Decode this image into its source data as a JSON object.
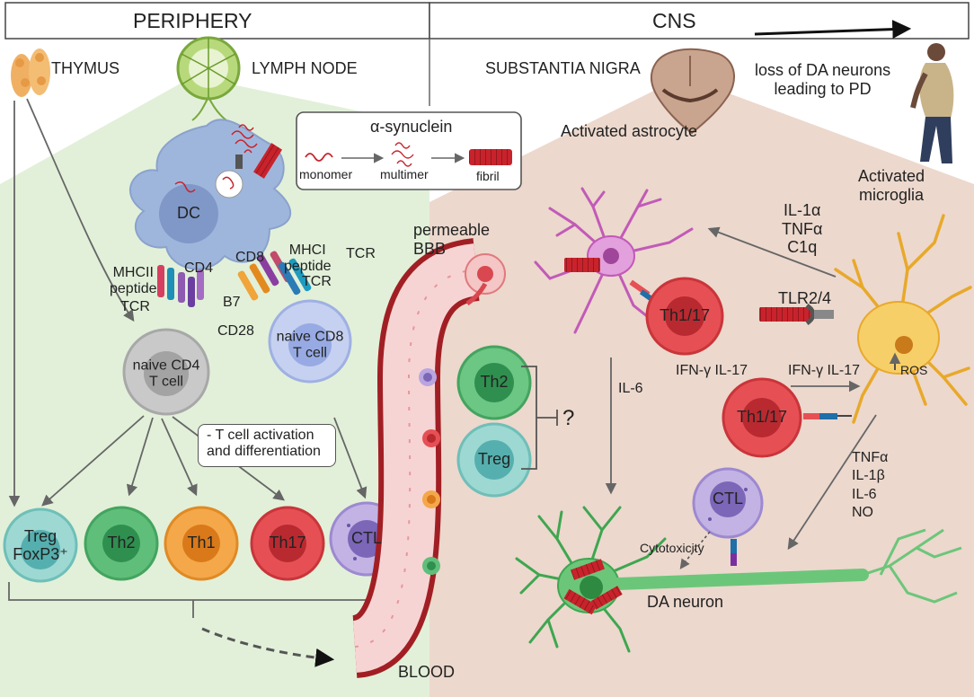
{
  "header": {
    "left": "PERIPHERY",
    "right": "CNS"
  },
  "periphery": {
    "thymus": "THYMUS",
    "lymph_node": "LYMPH NODE",
    "dc": "DC",
    "mhcii_peptide": "MHCII\npeptide",
    "tcr_left": "TCR",
    "cd4": "CD4",
    "cd8": "CD8",
    "mhci_peptide": "MHCI\npeptide",
    "tcr_right_top": "TCR",
    "tcr_right": "TCR",
    "b7": "B7",
    "cd28": "CD28",
    "naive_cd4": "naive CD4\nT cell",
    "naive_cd8": "naive CD8\nT cell",
    "activation_note": "- T cell activation\nand differentiation",
    "treg": "Treg\nFoxP3⁺",
    "th2": "Th2",
    "th1": "Th1",
    "th17": "Th17",
    "ctl": "CTL"
  },
  "synuclein_box": {
    "title": "α-synuclein",
    "monomer": "monomer",
    "multimer": "multimer",
    "fibril": "fibril"
  },
  "cns": {
    "substantia_nigra": "SUBSTANTIA NIGRA",
    "loss_text": "loss of DA neurons\nleading to PD",
    "activated_astrocyte": "Activated astrocyte",
    "activated_microglia": "Activated\nmicroglia",
    "permeable_bbb": "permeable\nBBB",
    "cytokines_top": "IL-1α\nTNFα\nC1q",
    "tlr": "TLR2/4",
    "th117_top": "Th1/17",
    "th117_mid": "Th1/17",
    "th2": "Th2",
    "treg": "Treg",
    "question": "?",
    "il6": "IL-6",
    "ifn_left": "IFN-γ IL-17",
    "ifn_right": "IFN-γ IL-17",
    "ros": "ROS",
    "cytokines_bottom": "TNFα\nIL-1β\nIL-6\nNO",
    "ctl": "CTL",
    "cytotoxicity": "Cytotoxicity",
    "da_neuron": "DA neuron",
    "blood": "BLOOD"
  },
  "colors": {
    "periphery_bg": "#e2f0d9",
    "cns_bg": "#ecd8cd",
    "vessel": "#a11f24",
    "vessel_inner": "#f7d4d4",
    "treg": "#86cfc9",
    "th2": "#4daf6c",
    "th1": "#ef9a3c",
    "th17": "#e0474c",
    "ctl": "#b7a6dc",
    "naive_cd4": "#b4b4b4",
    "naive_cd8": "#aab8e6",
    "dc": "#9fb6dc",
    "astrocyte": "#d67ad0",
    "microglia": "#f2c14e",
    "neuron": "#5cbf6a",
    "fibril": "#c8232c"
  }
}
